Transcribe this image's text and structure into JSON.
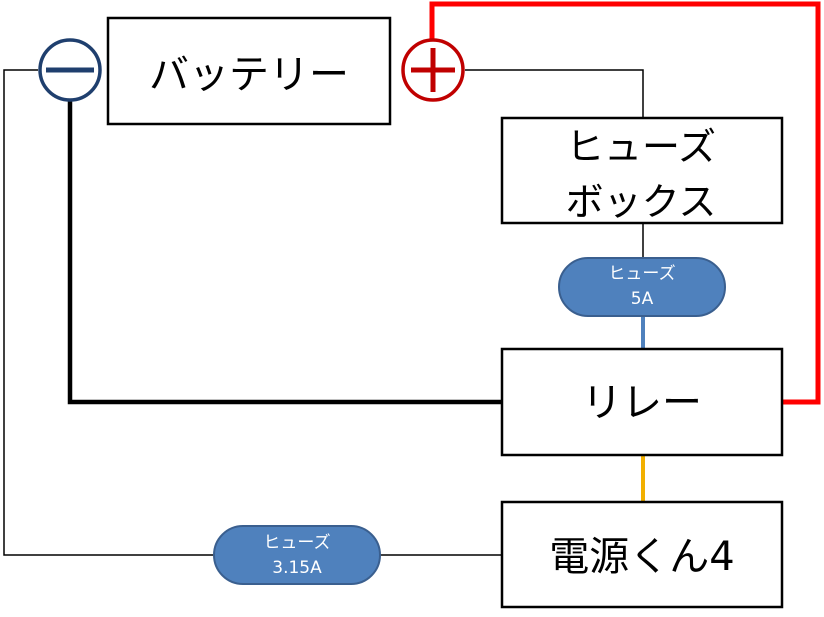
{
  "battery": {
    "label": "バッテリー"
  },
  "terminals": {
    "negative": "−",
    "positive": "+"
  },
  "fuse_box": {
    "line1": "ヒューズ",
    "line2": "ボックス"
  },
  "relay": {
    "label": "リレー"
  },
  "power_unit": {
    "label": "電源くん4"
  },
  "fuse_5a": {
    "line1": "ヒューズ",
    "line2": "5A"
  },
  "fuse_315a": {
    "line1": "ヒューズ",
    "line2": "3.15A"
  },
  "colors": {
    "negative_terminal": "#1f3f6e",
    "positive_terminal": "#c00000",
    "red_wire": "#ff0000",
    "fuse_fill": "#4f81bd",
    "fuse_stroke": "#3a5f8f",
    "blue_wire": "#4f81bd",
    "orange_wire": "#f2b000",
    "black": "#000000"
  }
}
